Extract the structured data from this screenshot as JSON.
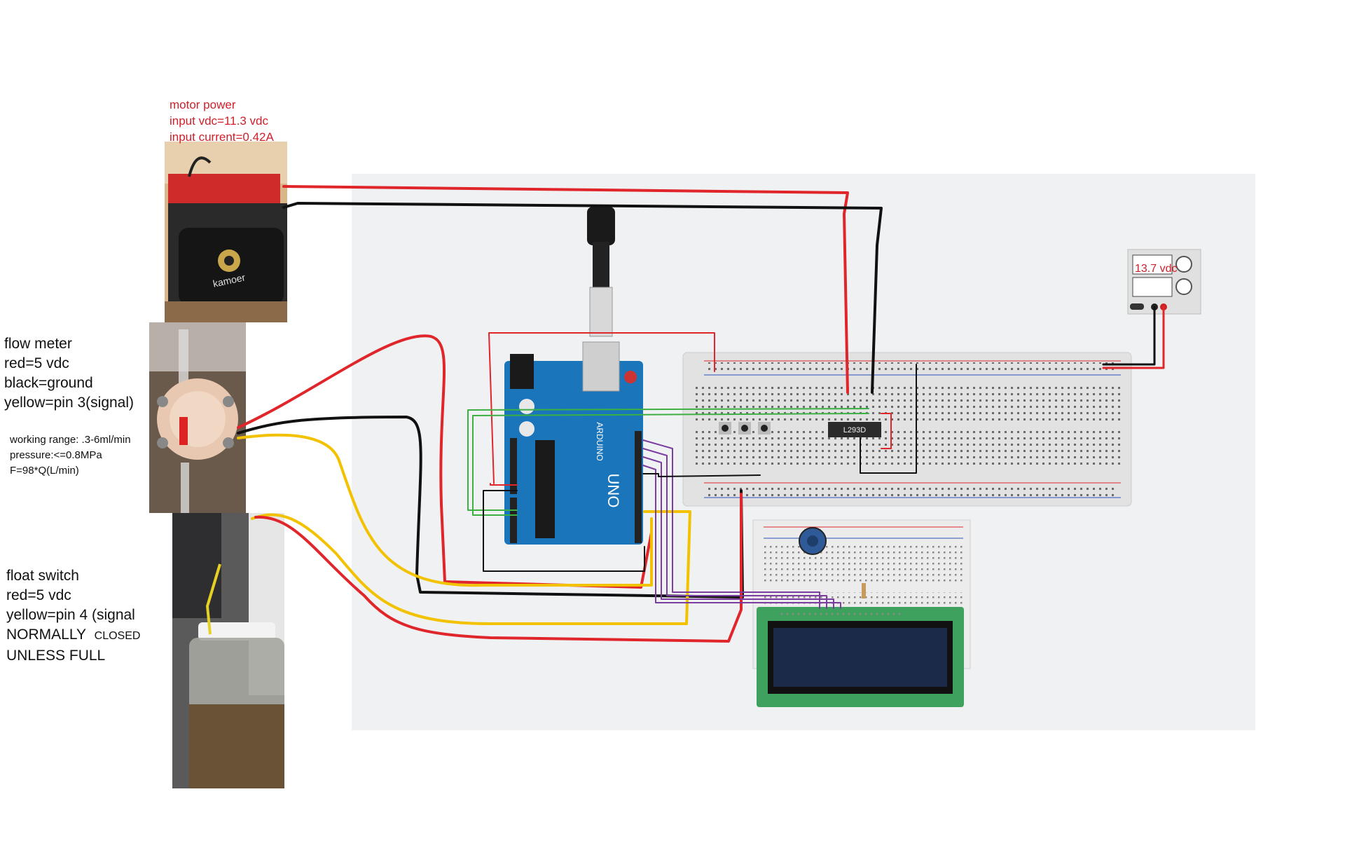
{
  "annotations": {
    "motor_power": {
      "title": "motor power",
      "voltage": "input vdc=11.3 vdc",
      "current": "input current=0.42A"
    },
    "flow_meter": {
      "title": "flow meter",
      "red": "red=5 vdc",
      "black": "black=ground",
      "yellow": "yellow=pin 3(signal)",
      "working_range": "working range: .3-6ml/min",
      "pressure": "pressure:<=0.8MPa",
      "formula": "F=98*Q(L/min)"
    },
    "float_switch": {
      "title": "float switch",
      "red": "red=5 vdc",
      "yellow": "yellow=pin 4 (signal",
      "normally": "NORMALLY",
      "closed": "CLOSED",
      "unless": "UNLESS FULL"
    }
  },
  "power_supply": {
    "readout": "13.7 vdc"
  },
  "components": {
    "driver_ic": "L293D",
    "arduino_brand": "ARDUINO",
    "arduino_model": "UNO",
    "pump_brand": "kamoer"
  },
  "colors": {
    "red_wire": "#e0262b",
    "black_wire": "#111111",
    "yellow_wire": "#f2c200",
    "green_wire": "#3cb043",
    "purple_wire": "#7a3ea1",
    "arduino_blue": "#1b75bb",
    "lcd_green": "#3ea25e",
    "lcd_screen": "#1c2a4a",
    "canvas": "#f0f1f2"
  }
}
